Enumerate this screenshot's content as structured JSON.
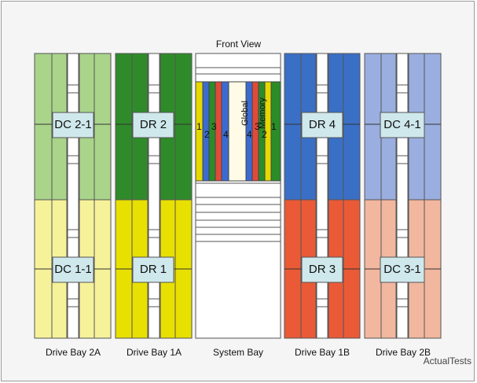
{
  "title": "Front View",
  "watermark": "ActualTests",
  "bays": [
    {
      "label": "Drive Bay 2A",
      "top_box": "DC 2-1",
      "bottom_box": "DC 1-1",
      "top_color": "#a9d48a",
      "bottom_color": "#f6f29a"
    },
    {
      "label": "Drive Bay 1A",
      "top_box": "DR 2",
      "bottom_box": "DR 1",
      "top_color": "#2f8b2a",
      "bottom_color": "#e8e000"
    },
    {
      "label": "System Bay",
      "center_label": "Global Memory"
    },
    {
      "label": "Drive Bay 1B",
      "top_box": "DR 4",
      "bottom_box": "DR 3",
      "top_color": "#3a6fc6",
      "bottom_color": "#ea5a36"
    },
    {
      "label": "Drive Bay 2B",
      "top_box": "DC 4-1",
      "bottom_box": "DC 3-1",
      "top_color": "#9aaee0",
      "bottom_color": "#f2b79f"
    }
  ],
  "memory_numbers_left": [
    "1",
    "2",
    "3",
    "4"
  ],
  "memory_numbers_right": [
    "4",
    "3",
    "2",
    "1"
  ],
  "memory_colors": [
    "#3c6bd0",
    "#e6d800",
    "#2b8c2a",
    "#e04a3a"
  ]
}
